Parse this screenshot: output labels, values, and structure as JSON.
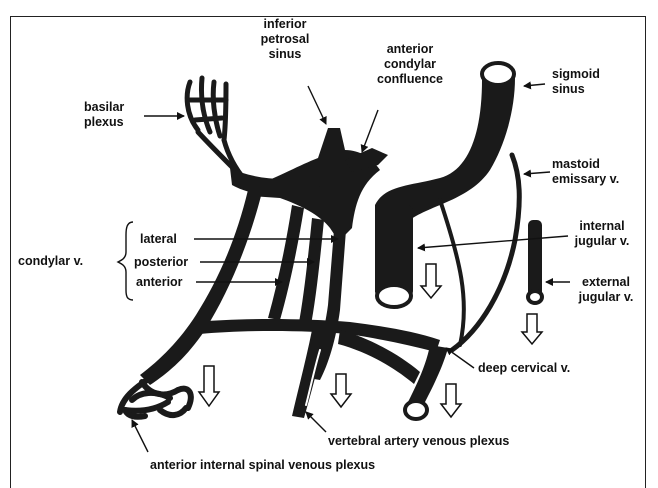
{
  "labels": {
    "inferior_petrosal_sinus": [
      "inferior",
      "petrosal",
      "sinus"
    ],
    "anterior_condylar_confluence": [
      "anterior",
      "condylar",
      "confluence"
    ],
    "sigmoid_sinus": [
      "sigmoid",
      "sinus"
    ],
    "basilar_plexus": [
      "basilar",
      "plexus"
    ],
    "mastoid_emissary_v": [
      "mastoid",
      "emissary v."
    ],
    "condylar_v": "condylar  v.",
    "condylar_lateral": "lateral",
    "condylar_posterior": "posterior",
    "condylar_anterior": "anterior",
    "internal_jugular_v": [
      "internal",
      "jugular v."
    ],
    "external_jugular_v": [
      "external",
      "jugular  v."
    ],
    "deep_cervical_v": "deep cervical v.",
    "vertebral_artery_venous_plexus": "vertebral artery venous plexus",
    "anterior_internal_spinal_venous_plexus": "anterior internal spinal venous plexus"
  },
  "colors": {
    "vessel": "#1a1a1a",
    "label": "#111111",
    "background": "#ffffff"
  }
}
